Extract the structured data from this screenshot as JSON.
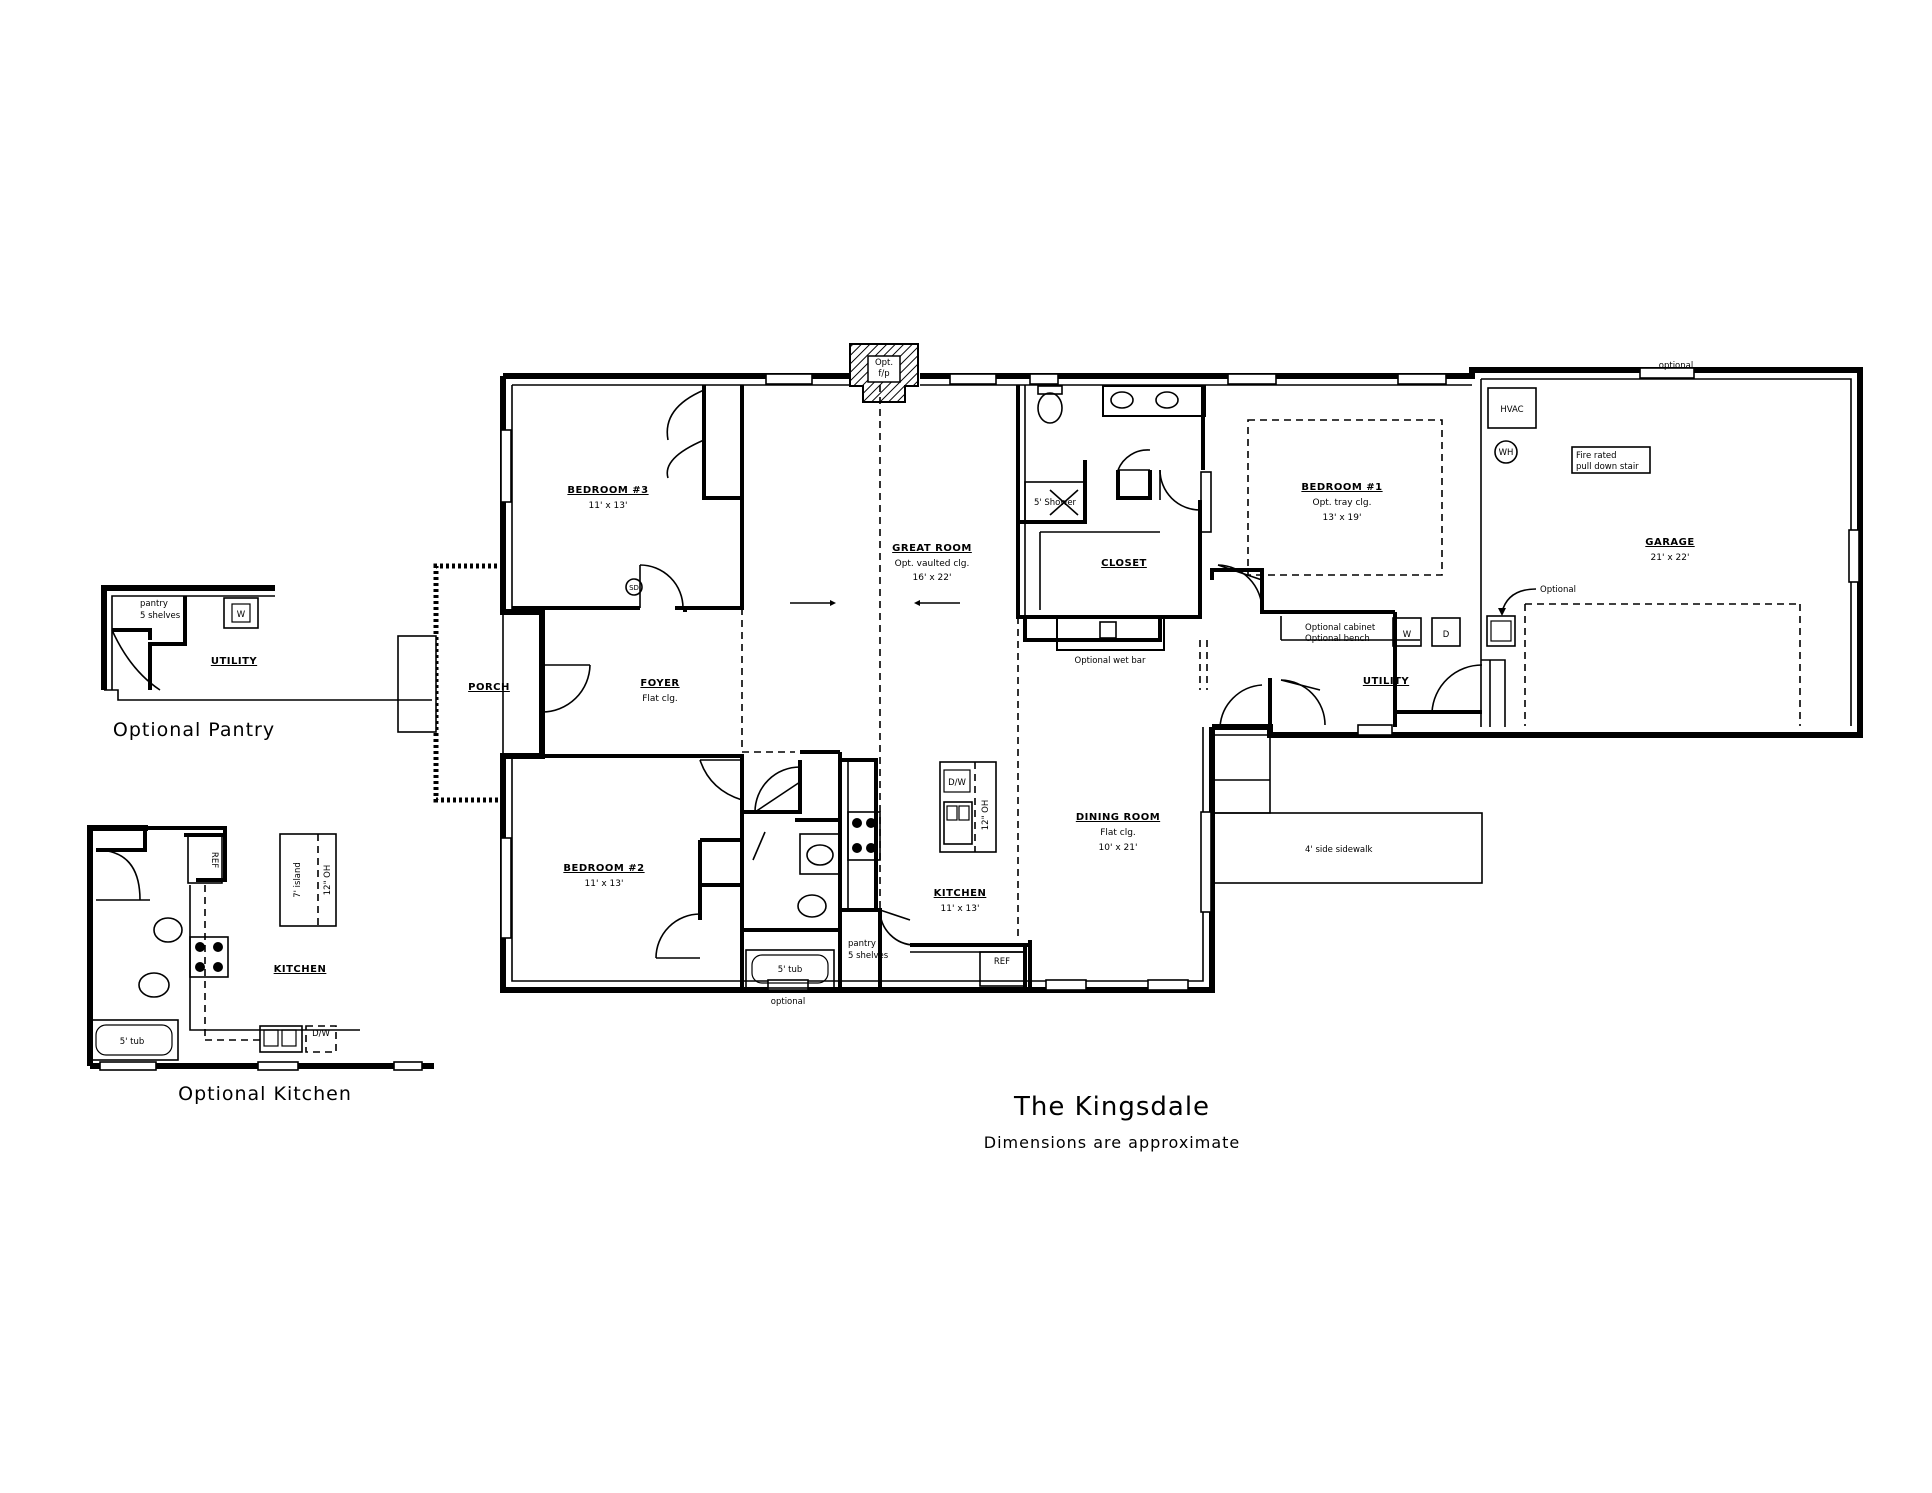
{
  "title": "The Kingsdale",
  "subtitle": "Dimensions are approximate",
  "rooms": {
    "bedroom3": {
      "name": "BEDROOM #3",
      "size": "11' x 13'"
    },
    "great_room": {
      "name": "GREAT ROOM",
      "ceiling": "Opt. vaulted clg.",
      "size": "16' x 22'"
    },
    "closet": {
      "name": "CLOSET"
    },
    "bedroom1": {
      "name": "BEDROOM #1",
      "ceiling": "Opt. tray clg.",
      "size": "13' x 19'"
    },
    "garage": {
      "name": "GARAGE",
      "size": "21' x 22'"
    },
    "porch": {
      "name": "PORCH"
    },
    "foyer": {
      "name": "FOYER",
      "ceiling": "Flat clg."
    },
    "utility": {
      "name": "UTILITY"
    },
    "bedroom2": {
      "name": "BEDROOM #2",
      "size": "11' x 13'"
    },
    "kitchen": {
      "name": "KITCHEN",
      "size": "11' x 13'"
    },
    "dining_room": {
      "name": "DINING ROOM",
      "ceiling": "Flat clg.",
      "size": "10' x 21'"
    }
  },
  "labels": {
    "fireplace_line1": "Opt.",
    "fireplace_line2": "f/p",
    "shower": "5' Shower",
    "smoke_detector": "SD",
    "hvac": "HVAC",
    "water_heater": "WH",
    "attic_line1": "Fire rated",
    "attic_line2": "pull down stair",
    "optional_garage_window": "optional",
    "optional_sink": "Optional",
    "optional_wet_bar": "Optional wet bar",
    "opt_cabinet_line1": "Optional cabinet",
    "opt_cabinet_line2": "Optional bench",
    "washer": "W",
    "dryer": "D",
    "sidewalk": "4' side sidewalk",
    "dishwasher": "D/W",
    "counter_height": "12\" OH",
    "tub": "5' tub",
    "pantry_line1": "pantry",
    "pantry_line2": "5 shelves",
    "refrigerator": "REF",
    "optional_window": "optional"
  },
  "optional_pantry": {
    "caption": "Optional Pantry",
    "pantry_line1": "pantry",
    "pantry_line2": "5 shelves",
    "washer": "W",
    "utility": "UTILITY"
  },
  "optional_kitchen": {
    "caption": "Optional Kitchen",
    "refrigerator": "REF",
    "island": "7' island",
    "counter_height": "12\" OH",
    "kitchen": "KITCHEN",
    "tub": "5' tub",
    "dishwasher": "D/W"
  }
}
